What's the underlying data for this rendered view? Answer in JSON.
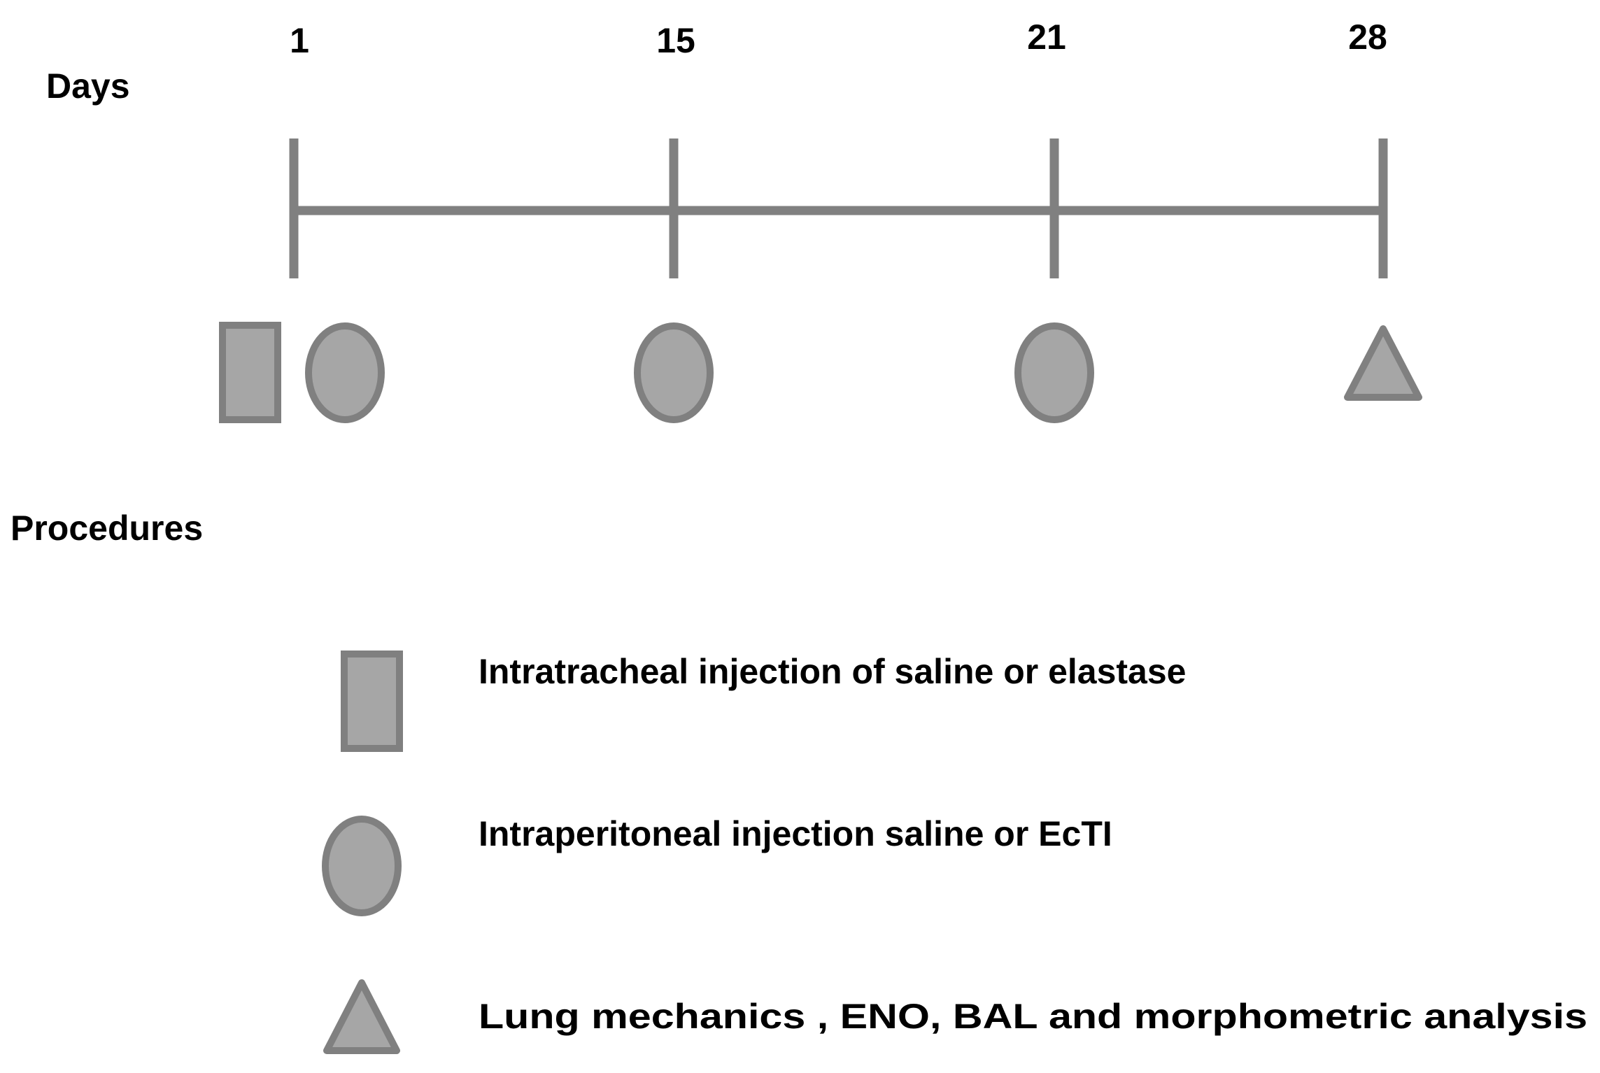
{
  "days_label": "Days",
  "procedures_label": "Procedures",
  "timeline": {
    "days": [
      "1",
      "15",
      "21",
      "28"
    ]
  },
  "markers": [
    {
      "day": "1",
      "symbols": [
        "rectangle",
        "ellipse"
      ]
    },
    {
      "day": "15",
      "symbols": [
        "ellipse"
      ]
    },
    {
      "day": "21",
      "symbols": [
        "ellipse"
      ]
    },
    {
      "day": "28",
      "symbols": [
        "triangle"
      ]
    }
  ],
  "legend": [
    {
      "symbol": "rectangle",
      "text": "Intratracheal injection of saline or elastase"
    },
    {
      "symbol": "ellipse",
      "text": "Intraperitoneal injection saline or EcTI"
    },
    {
      "symbol": "triangle",
      "text": "Lung mechanics , ENO, BAL and morphometric analysis"
    }
  ],
  "colors": {
    "stroke": "#808080",
    "fill": "#a6a6a6",
    "text": "#000000"
  }
}
